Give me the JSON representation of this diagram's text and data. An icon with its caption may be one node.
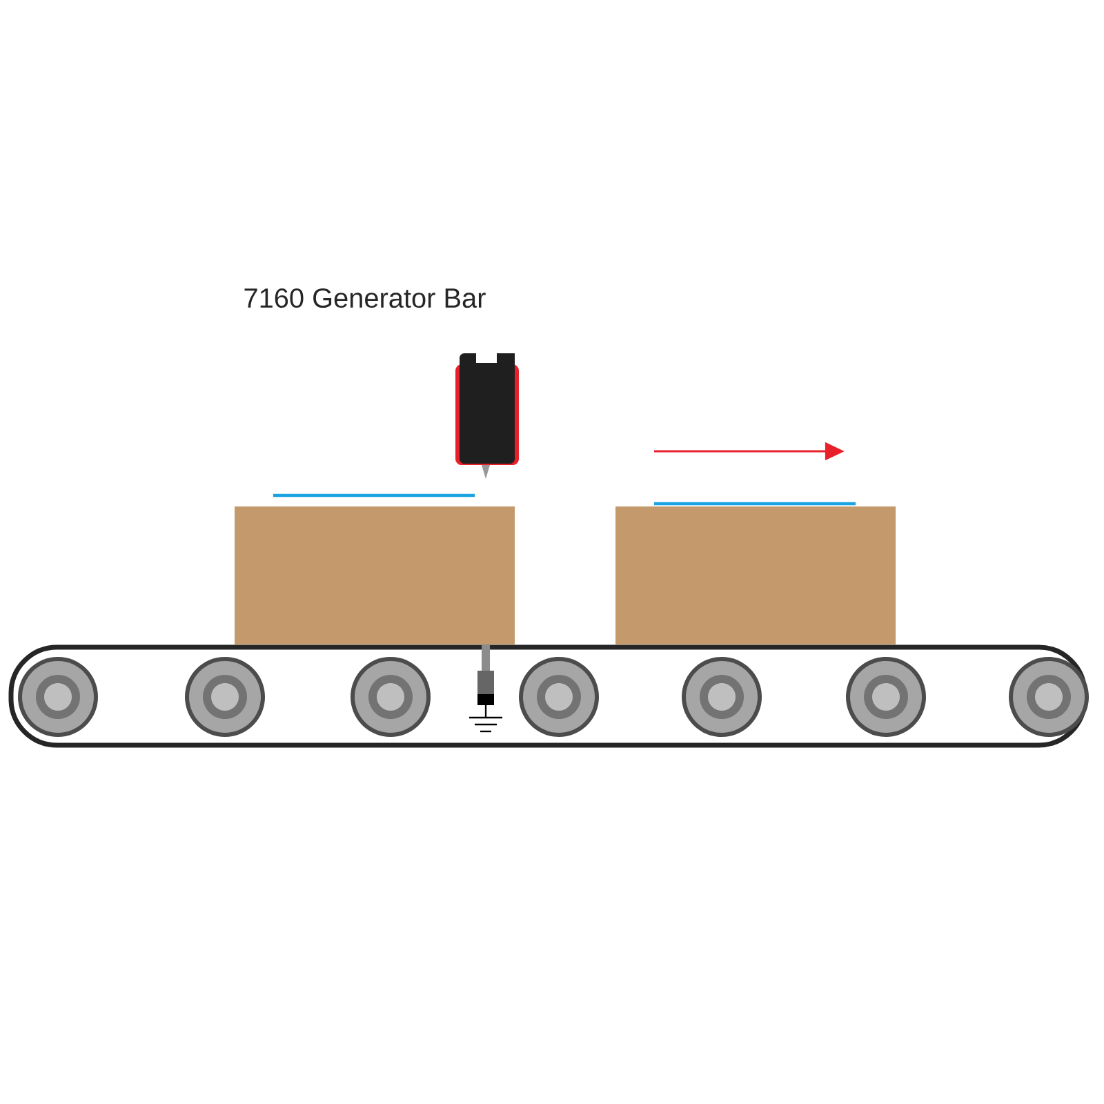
{
  "diagram": {
    "nodes": [
      {
        "text": [],
        "shape": "box"
      },
      {
        "text": [],
        "shape": "box"
      }
    ],
    "labels": [
      "7160 Generator Bar"
    ]
  }
}
